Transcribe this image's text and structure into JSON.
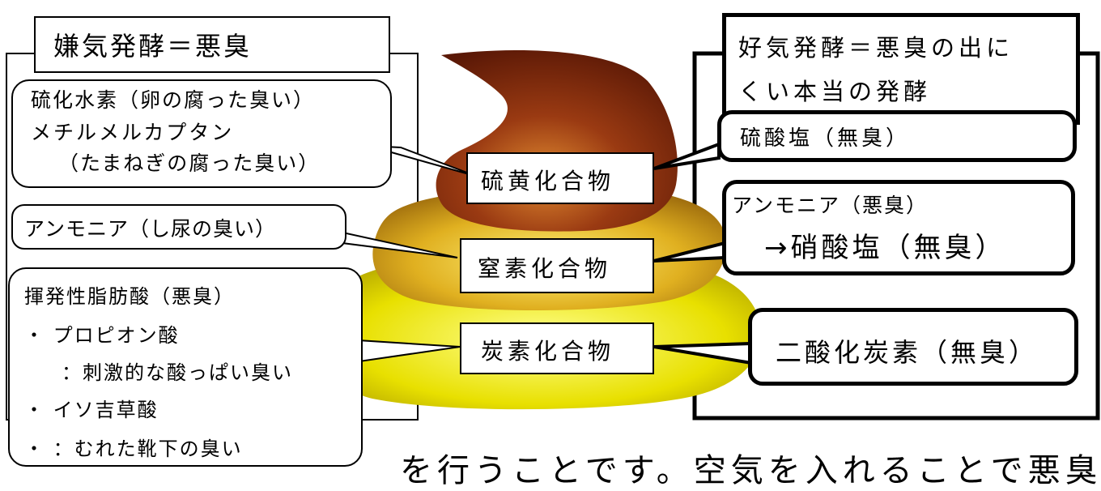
{
  "left_title": "嫌気発酵＝悪臭",
  "right_title_line1": "好気発酵＝悪臭の出に",
  "right_title_line2": "くい本当の発酵",
  "center": {
    "sulfur": "硫黄化合物",
    "nitrogen": "窒素化合物",
    "carbon": "炭素化合物"
  },
  "left_callouts": {
    "sulfur_line1": "硫化水素（卵の腐った臭い）",
    "sulfur_line2": "メチルメルカプタン",
    "sulfur_line3": "（たまねぎの腐った臭い）",
    "nitrogen": "アンモニア（し尿の臭い）",
    "carbon_line1": "揮発性脂肪酸（悪臭）",
    "carbon_line2": "・ プロピオン酸",
    "carbon_line3": "：刺激的な酸っぱい臭い",
    "carbon_line4": "・ イソ吉草酸",
    "carbon_line5": "・ ：むれた靴下の臭い"
  },
  "right_callouts": {
    "sulfur": "硫酸塩（無臭）",
    "nitrogen_line1": "アンモニア（悪臭）",
    "nitrogen_line2": "→硝酸塩（無臭）",
    "carbon": "二酸化炭素（無臭）"
  },
  "bottom_text": "を行うことです。空気を入れることで悪臭は",
  "colors": {
    "top_layer": "#7a2a10",
    "middle_layer": "#c89a12",
    "bottom_layer": "#d6d000"
  }
}
